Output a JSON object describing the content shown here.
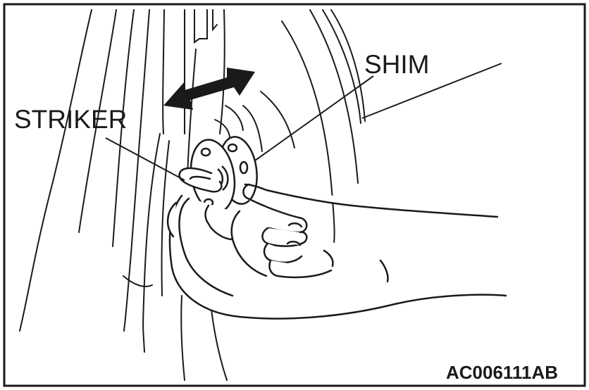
{
  "labels": {
    "striker": "STRIKER",
    "shim": "SHIM",
    "figure_code": "AC006111AB"
  },
  "colors": {
    "ink": "#1a1a1a",
    "background": "#ffffff"
  },
  "icons": {
    "arrow": "double-headed-arrow-icon"
  }
}
